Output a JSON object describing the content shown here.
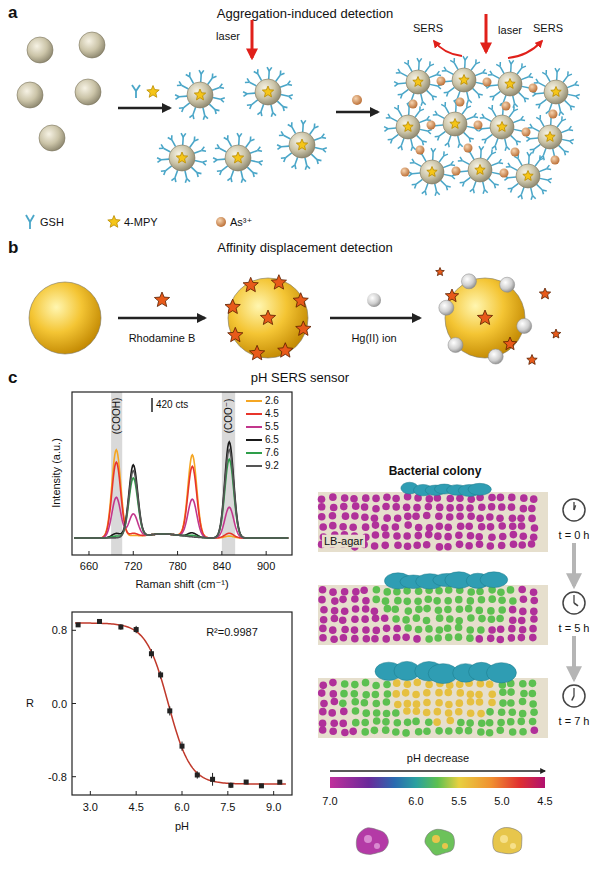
{
  "diagram": {
    "labels": [
      "a",
      "Aggregation-induced detection",
      "laser",
      "laser",
      "SERS",
      "SERS",
      "GSH",
      "4-MPY",
      "As³⁺",
      "b",
      "Affinity displacement detection",
      "Rhodamine B",
      "Hg(II) ion",
      "c",
      "pH SERS sensor",
      "420 cts",
      "(COOH)",
      "(COO⁻)",
      "Intensity (a.u.)",
      "660",
      "720",
      "780",
      "840",
      "900",
      "Raman shift (cm⁻¹)",
      "R²=0.9987",
      "0.8",
      "0.0",
      "-0.8",
      "R",
      "3.0",
      "4.5",
      "6.0",
      "7.5",
      "9.0",
      "pH",
      "Bacterial colony",
      "LB-agar",
      "t = 0 h",
      "t = 5 h",
      "t = 7 h",
      "pH decrease",
      "7.0",
      "6.0",
      "5.5",
      "5.0",
      "4.5"
    ],
    "legend": [
      {
        "text": "2.6"
      },
      {
        "text": "4.5"
      },
      {
        "text": "5.5"
      },
      {
        "text": "6.5"
      },
      {
        "text": "7.6"
      },
      {
        "text": "9.2"
      }
    ]
  }
}
